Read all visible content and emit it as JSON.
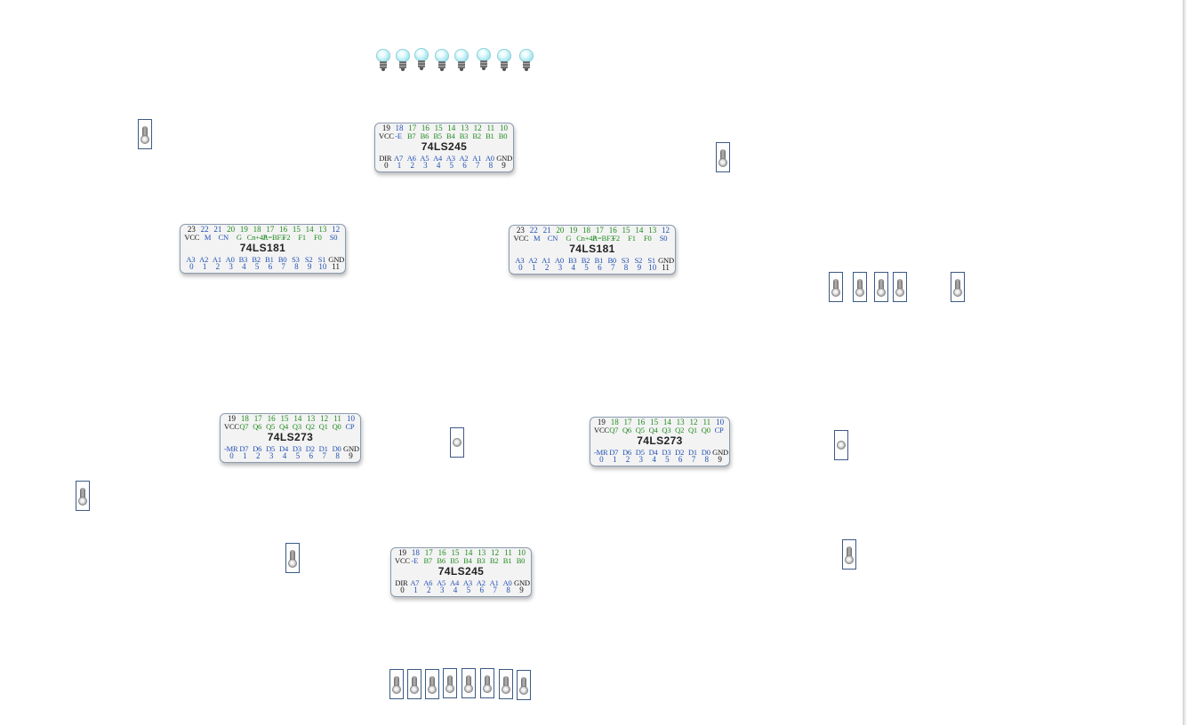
{
  "colors": {
    "pin_black": "#111111",
    "pin_blue": "#1f4fb4",
    "pin_green": "#1e8a1e",
    "switch_border": "#3c5a86",
    "chip_border": "#8b9bb0"
  },
  "bulbs": [
    "bulb",
    "bulb",
    "bulb",
    "bulb",
    "bulb",
    "bulb",
    "bulb",
    "bulb"
  ],
  "chips": [
    {
      "id": "chip-245-top",
      "name": "74LS245",
      "top_pins": [
        [
          "19",
          "k"
        ],
        [
          "18",
          "b"
        ],
        [
          "17",
          "g"
        ],
        [
          "16",
          "g"
        ],
        [
          "15",
          "g"
        ],
        [
          "14",
          "g"
        ],
        [
          "13",
          "g"
        ],
        [
          "12",
          "g"
        ],
        [
          "11",
          "g"
        ],
        [
          "10",
          "g"
        ]
      ],
      "top_sigs": [
        [
          "VCC",
          "k"
        ],
        [
          "-E",
          "b"
        ],
        [
          "B7",
          "g"
        ],
        [
          "B6",
          "g"
        ],
        [
          "B5",
          "g"
        ],
        [
          "B4",
          "g"
        ],
        [
          "B3",
          "g"
        ],
        [
          "B2",
          "g"
        ],
        [
          "B1",
          "g"
        ],
        [
          "B0",
          "g"
        ]
      ],
      "bot_sigs": [
        [
          "DIR",
          "k"
        ],
        [
          "A7",
          "b"
        ],
        [
          "A6",
          "b"
        ],
        [
          "A5",
          "b"
        ],
        [
          "A4",
          "b"
        ],
        [
          "A3",
          "b"
        ],
        [
          "A2",
          "b"
        ],
        [
          "A1",
          "b"
        ],
        [
          "A0",
          "b"
        ],
        [
          "GND",
          "k"
        ]
      ],
      "bot_pins": [
        [
          "0",
          "k"
        ],
        [
          "1",
          "b"
        ],
        [
          "2",
          "b"
        ],
        [
          "3",
          "b"
        ],
        [
          "4",
          "b"
        ],
        [
          "5",
          "b"
        ],
        [
          "6",
          "b"
        ],
        [
          "7",
          "b"
        ],
        [
          "8",
          "b"
        ],
        [
          "9",
          "k"
        ]
      ]
    },
    {
      "id": "chip-181-left",
      "name": "74LS181",
      "top_pins": [
        [
          "23",
          "k"
        ],
        [
          "22",
          "b"
        ],
        [
          "21",
          "b"
        ],
        [
          "20",
          "g"
        ],
        [
          "19",
          "g"
        ],
        [
          "18",
          "g"
        ],
        [
          "17",
          "g"
        ],
        [
          "16",
          "g"
        ],
        [
          "15",
          "g"
        ],
        [
          "14",
          "g"
        ],
        [
          "13",
          "g"
        ],
        [
          "12",
          "b"
        ]
      ],
      "top_sigs": [
        [
          "VCC",
          "k"
        ],
        [
          "M",
          "b"
        ],
        [
          "CN",
          "b"
        ],
        [
          "G",
          "g"
        ],
        [
          "Cn+4P",
          "g"
        ],
        [
          "A=BF3",
          "g"
        ],
        [
          "F2",
          "g"
        ],
        [
          "F1",
          "g"
        ],
        [
          "F0",
          "g"
        ],
        [
          "S0",
          "b"
        ]
      ],
      "bot_sigs": [
        [
          "A3",
          "b"
        ],
        [
          "A2",
          "b"
        ],
        [
          "A1",
          "b"
        ],
        [
          "A0",
          "b"
        ],
        [
          "B3",
          "b"
        ],
        [
          "B2",
          "b"
        ],
        [
          "B1",
          "b"
        ],
        [
          "B0",
          "b"
        ],
        [
          "S3",
          "b"
        ],
        [
          "S2",
          "b"
        ],
        [
          "S1",
          "b"
        ],
        [
          "GND",
          "k"
        ]
      ],
      "bot_pins": [
        [
          "0",
          "b"
        ],
        [
          "1",
          "b"
        ],
        [
          "2",
          "b"
        ],
        [
          "3",
          "b"
        ],
        [
          "4",
          "b"
        ],
        [
          "5",
          "b"
        ],
        [
          "6",
          "b"
        ],
        [
          "7",
          "b"
        ],
        [
          "8",
          "b"
        ],
        [
          "9",
          "b"
        ],
        [
          "10",
          "b"
        ],
        [
          "11",
          "k"
        ]
      ]
    },
    {
      "id": "chip-181-right",
      "name": "74LS181",
      "top_pins": [
        [
          "23",
          "k"
        ],
        [
          "22",
          "b"
        ],
        [
          "21",
          "b"
        ],
        [
          "20",
          "g"
        ],
        [
          "19",
          "g"
        ],
        [
          "18",
          "g"
        ],
        [
          "17",
          "g"
        ],
        [
          "16",
          "g"
        ],
        [
          "15",
          "g"
        ],
        [
          "14",
          "g"
        ],
        [
          "13",
          "g"
        ],
        [
          "12",
          "b"
        ]
      ],
      "top_sigs": [
        [
          "VCC",
          "k"
        ],
        [
          "M",
          "b"
        ],
        [
          "CN",
          "b"
        ],
        [
          "G",
          "g"
        ],
        [
          "Cn+4P",
          "g"
        ],
        [
          "A=BF3",
          "g"
        ],
        [
          "F2",
          "g"
        ],
        [
          "F1",
          "g"
        ],
        [
          "F0",
          "g"
        ],
        [
          "S0",
          "b"
        ]
      ],
      "bot_sigs": [
        [
          "A3",
          "b"
        ],
        [
          "A2",
          "b"
        ],
        [
          "A1",
          "b"
        ],
        [
          "A0",
          "b"
        ],
        [
          "B3",
          "b"
        ],
        [
          "B2",
          "b"
        ],
        [
          "B1",
          "b"
        ],
        [
          "B0",
          "b"
        ],
        [
          "S3",
          "b"
        ],
        [
          "S2",
          "b"
        ],
        [
          "S1",
          "b"
        ],
        [
          "GND",
          "k"
        ]
      ],
      "bot_pins": [
        [
          "0",
          "b"
        ],
        [
          "1",
          "b"
        ],
        [
          "2",
          "b"
        ],
        [
          "3",
          "b"
        ],
        [
          "4",
          "b"
        ],
        [
          "5",
          "b"
        ],
        [
          "6",
          "b"
        ],
        [
          "7",
          "b"
        ],
        [
          "8",
          "b"
        ],
        [
          "9",
          "b"
        ],
        [
          "10",
          "b"
        ],
        [
          "11",
          "k"
        ]
      ]
    },
    {
      "id": "chip-273-left",
      "name": "74LS273",
      "top_pins": [
        [
          "19",
          "k"
        ],
        [
          "18",
          "g"
        ],
        [
          "17",
          "g"
        ],
        [
          "16",
          "g"
        ],
        [
          "15",
          "g"
        ],
        [
          "14",
          "g"
        ],
        [
          "13",
          "g"
        ],
        [
          "12",
          "g"
        ],
        [
          "11",
          "g"
        ],
        [
          "10",
          "b"
        ]
      ],
      "top_sigs": [
        [
          "VCC",
          "k"
        ],
        [
          "Q7",
          "g"
        ],
        [
          "Q6",
          "g"
        ],
        [
          "Q5",
          "g"
        ],
        [
          "Q4",
          "g"
        ],
        [
          "Q3",
          "g"
        ],
        [
          "Q2",
          "g"
        ],
        [
          "Q1",
          "g"
        ],
        [
          "Q0",
          "g"
        ],
        [
          "CP",
          "b"
        ]
      ],
      "bot_sigs": [
        [
          "-MR",
          "b"
        ],
        [
          "D7",
          "b"
        ],
        [
          "D6",
          "b"
        ],
        [
          "D5",
          "b"
        ],
        [
          "D4",
          "b"
        ],
        [
          "D3",
          "b"
        ],
        [
          "D2",
          "b"
        ],
        [
          "D1",
          "b"
        ],
        [
          "D0",
          "b"
        ],
        [
          "GND",
          "k"
        ]
      ],
      "bot_pins": [
        [
          "0",
          "b"
        ],
        [
          "1",
          "b"
        ],
        [
          "2",
          "b"
        ],
        [
          "3",
          "b"
        ],
        [
          "4",
          "b"
        ],
        [
          "5",
          "b"
        ],
        [
          "6",
          "b"
        ],
        [
          "7",
          "b"
        ],
        [
          "8",
          "b"
        ],
        [
          "9",
          "k"
        ]
      ]
    },
    {
      "id": "chip-273-right",
      "name": "74LS273",
      "top_pins": [
        [
          "19",
          "k"
        ],
        [
          "18",
          "g"
        ],
        [
          "17",
          "g"
        ],
        [
          "16",
          "g"
        ],
        [
          "15",
          "g"
        ],
        [
          "14",
          "g"
        ],
        [
          "13",
          "g"
        ],
        [
          "12",
          "g"
        ],
        [
          "11",
          "g"
        ],
        [
          "10",
          "b"
        ]
      ],
      "top_sigs": [
        [
          "VCC",
          "k"
        ],
        [
          "Q7",
          "g"
        ],
        [
          "Q6",
          "g"
        ],
        [
          "Q5",
          "g"
        ],
        [
          "Q4",
          "g"
        ],
        [
          "Q3",
          "g"
        ],
        [
          "Q2",
          "g"
        ],
        [
          "Q1",
          "g"
        ],
        [
          "Q0",
          "g"
        ],
        [
          "CP",
          "b"
        ]
      ],
      "bot_sigs": [
        [
          "-MR",
          "b"
        ],
        [
          "D7",
          "b"
        ],
        [
          "D6",
          "b"
        ],
        [
          "D5",
          "b"
        ],
        [
          "D4",
          "b"
        ],
        [
          "D3",
          "b"
        ],
        [
          "D2",
          "b"
        ],
        [
          "D1",
          "b"
        ],
        [
          "D0",
          "b"
        ],
        [
          "GND",
          "k"
        ]
      ],
      "bot_pins": [
        [
          "0",
          "b"
        ],
        [
          "1",
          "b"
        ],
        [
          "2",
          "b"
        ],
        [
          "3",
          "b"
        ],
        [
          "4",
          "b"
        ],
        [
          "5",
          "b"
        ],
        [
          "6",
          "b"
        ],
        [
          "7",
          "b"
        ],
        [
          "8",
          "b"
        ],
        [
          "9",
          "k"
        ]
      ]
    },
    {
      "id": "chip-245-bottom",
      "name": "74LS245",
      "top_pins": [
        [
          "19",
          "k"
        ],
        [
          "18",
          "b"
        ],
        [
          "17",
          "g"
        ],
        [
          "16",
          "g"
        ],
        [
          "15",
          "g"
        ],
        [
          "14",
          "g"
        ],
        [
          "13",
          "g"
        ],
        [
          "12",
          "g"
        ],
        [
          "11",
          "g"
        ],
        [
          "10",
          "g"
        ]
      ],
      "top_sigs": [
        [
          "VCC",
          "k"
        ],
        [
          "-E",
          "b"
        ],
        [
          "B7",
          "g"
        ],
        [
          "B6",
          "g"
        ],
        [
          "B5",
          "g"
        ],
        [
          "B4",
          "g"
        ],
        [
          "B3",
          "g"
        ],
        [
          "B2",
          "g"
        ],
        [
          "B1",
          "g"
        ],
        [
          "B0",
          "g"
        ]
      ],
      "bot_sigs": [
        [
          "DIR",
          "k"
        ],
        [
          "A7",
          "b"
        ],
        [
          "A6",
          "b"
        ],
        [
          "A5",
          "b"
        ],
        [
          "A4",
          "b"
        ],
        [
          "A3",
          "b"
        ],
        [
          "A2",
          "b"
        ],
        [
          "A1",
          "b"
        ],
        [
          "A0",
          "b"
        ],
        [
          "GND",
          "k"
        ]
      ],
      "bot_pins": [
        [
          "0",
          "k"
        ],
        [
          "1",
          "b"
        ],
        [
          "2",
          "b"
        ],
        [
          "3",
          "b"
        ],
        [
          "4",
          "b"
        ],
        [
          "5",
          "b"
        ],
        [
          "6",
          "b"
        ],
        [
          "7",
          "b"
        ],
        [
          "8",
          "b"
        ],
        [
          "9",
          "k"
        ]
      ]
    }
  ],
  "switches": [
    {
      "name": "switch-top-left",
      "state": "down"
    },
    {
      "name": "switch-top-right",
      "state": "down"
    },
    {
      "name": "switch-right-1",
      "state": "down"
    },
    {
      "name": "switch-right-2",
      "state": "down"
    },
    {
      "name": "switch-right-3",
      "state": "down"
    },
    {
      "name": "switch-right-4",
      "state": "down"
    },
    {
      "name": "switch-right-5",
      "state": "down"
    },
    {
      "name": "switch-middle-center",
      "state": "center"
    },
    {
      "name": "switch-right-center",
      "state": "center"
    },
    {
      "name": "switch-left-lower",
      "state": "down"
    },
    {
      "name": "switch-mid-lower",
      "state": "down"
    },
    {
      "name": "switch-right-lower",
      "state": "down"
    },
    {
      "name": "switch-bottom-1",
      "state": "down"
    },
    {
      "name": "switch-bottom-2",
      "state": "down"
    },
    {
      "name": "switch-bottom-3",
      "state": "down"
    },
    {
      "name": "switch-bottom-4",
      "state": "down"
    },
    {
      "name": "switch-bottom-5",
      "state": "down"
    },
    {
      "name": "switch-bottom-6",
      "state": "down"
    },
    {
      "name": "switch-bottom-7",
      "state": "down"
    },
    {
      "name": "switch-bottom-8",
      "state": "down"
    }
  ]
}
